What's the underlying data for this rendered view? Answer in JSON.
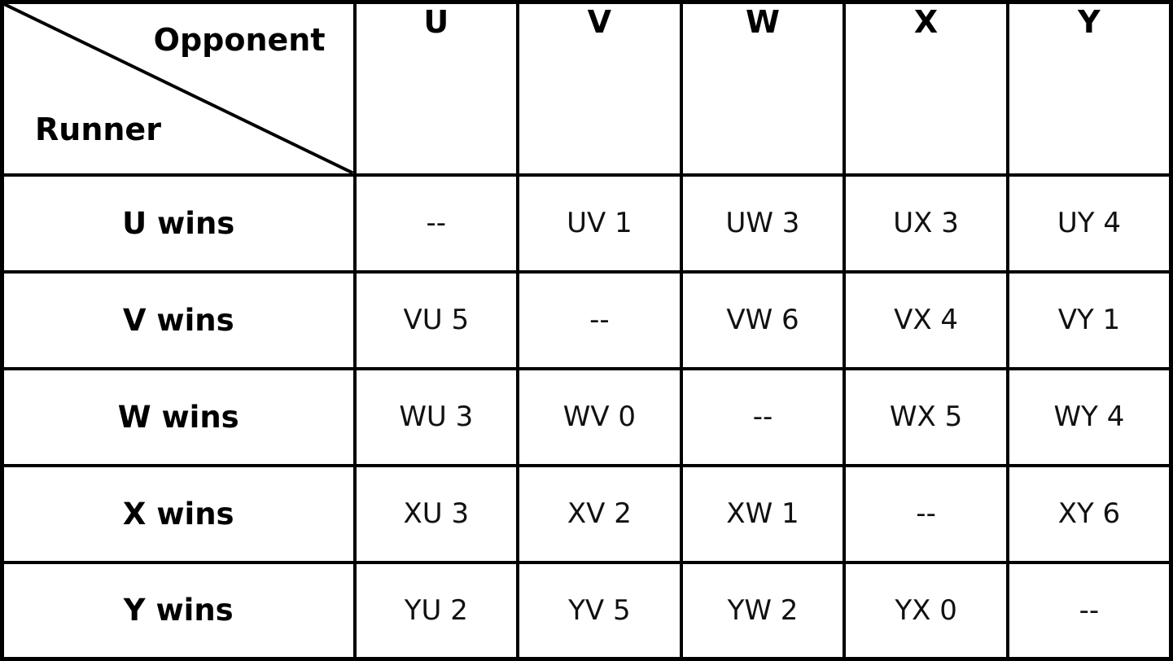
{
  "chart_data": {
    "type": "table",
    "corner": {
      "top_right_label": "Opponent",
      "bottom_left_label": "Runner"
    },
    "columns": [
      "U",
      "V",
      "W",
      "X",
      "Y"
    ],
    "rows": [
      {
        "label": "U wins",
        "cells": [
          "--",
          "UV 1",
          "UW 3",
          "UX 3",
          "UY 4"
        ]
      },
      {
        "label": "V wins",
        "cells": [
          "VU 5",
          "--",
          "VW 6",
          "VX 4",
          "VY 1"
        ]
      },
      {
        "label": "W wins",
        "cells": [
          "WU 3",
          "WV 0",
          "--",
          "WX 5",
          "WY 4"
        ]
      },
      {
        "label": "X wins",
        "cells": [
          "XU 3",
          "XV 2",
          "XW 1",
          "--",
          "XY 6"
        ]
      },
      {
        "label": "Y wins",
        "cells": [
          "YU 2",
          "YV 5",
          "YW 2",
          "YX 0",
          "--"
        ]
      }
    ]
  },
  "colors": {
    "border": "#000000",
    "background": "#ffffff",
    "text": "#000000"
  }
}
